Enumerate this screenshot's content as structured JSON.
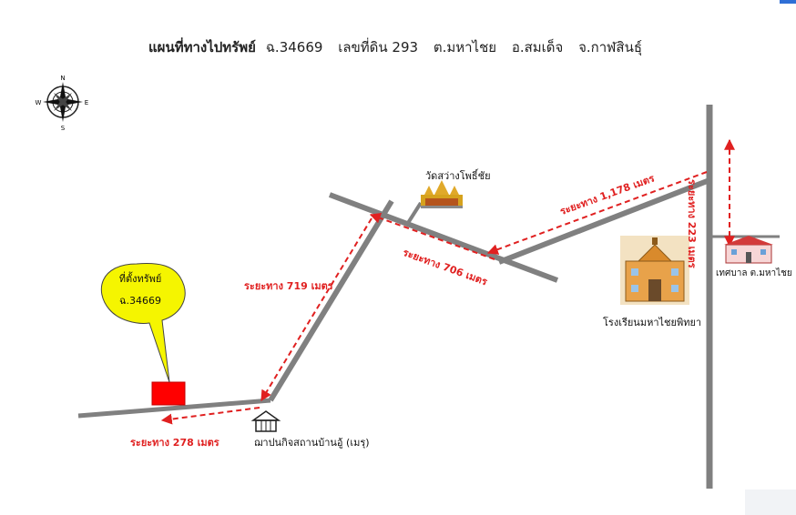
{
  "title": {
    "bold": "แผนที่ทางไปทรัพย์",
    "deed": "ฉ.34669",
    "parcel": "เลขที่ดิน  293",
    "subdistrict": "ต.มหาไชย",
    "district": "อ.สมเด็จ",
    "province": "จ.กาฬสินธุ์"
  },
  "compass": {
    "n": "N",
    "s": "S",
    "e": "E",
    "w": "W"
  },
  "callout": {
    "line1": "ที่ตั้งทรัพย์",
    "line2": "ฉ.34669"
  },
  "landmarks": {
    "temple": "วัดสว่างโพธิ์ชัย",
    "school": "โรงเรียนมหาไชยพิทยา",
    "municipality": "เทศบาล ต.มหาไชย",
    "welfare": "ฌาปนกิจสถานบ้านอู้ (เมรุ)"
  },
  "distances": {
    "d223": "ระยะทาง 223 เมตร",
    "d1178": "ระยะทาง 1,178 เมตร",
    "d706": "ระยะทาง 706 เมตร",
    "d719": "ระยะทาง 719 เมตร",
    "d278": "ระยะทาง 278 เมตร"
  },
  "colors": {
    "road": "#808080",
    "route": "#e02020",
    "property": "#ff0000",
    "callout": "#f5f500"
  }
}
